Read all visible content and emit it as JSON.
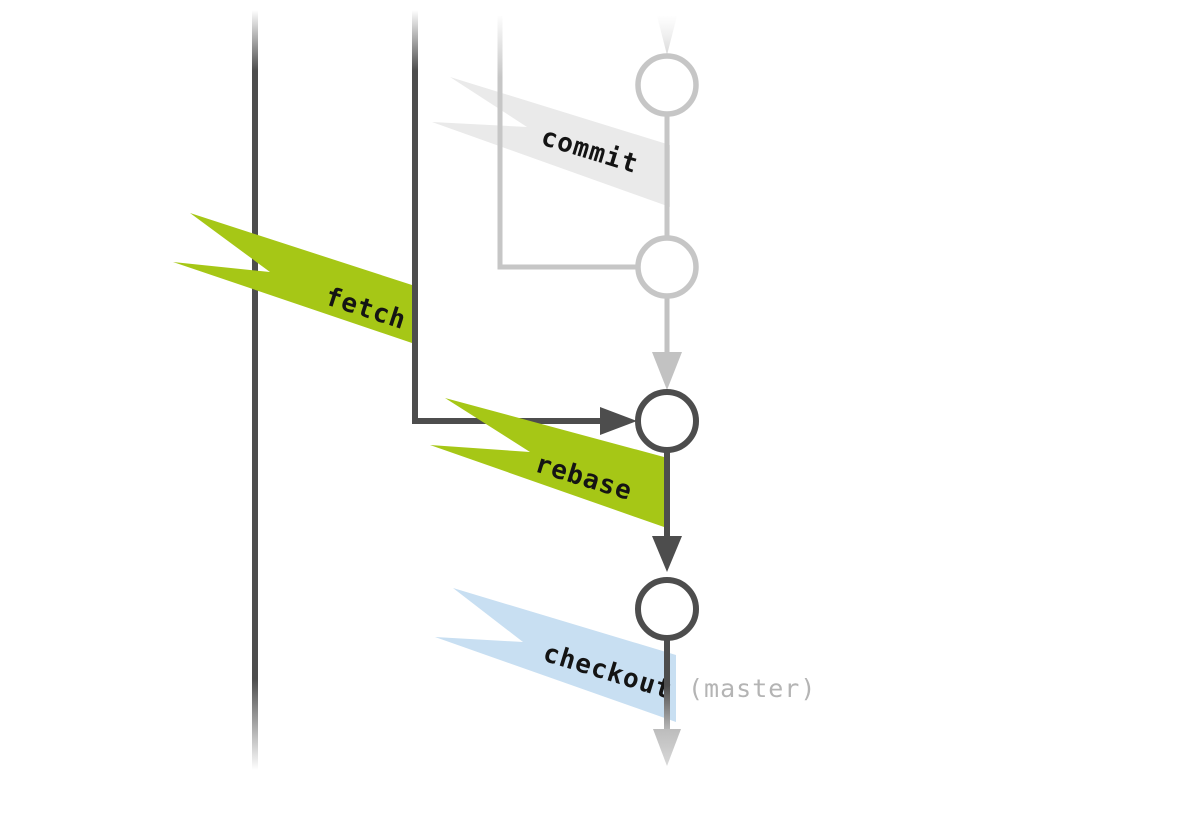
{
  "diagram": {
    "ribbons": [
      {
        "id": "commit",
        "label": "commit",
        "color": "#eaeaea"
      },
      {
        "id": "fetch",
        "label": "fetch",
        "color": "#a6c716"
      },
      {
        "id": "rebase",
        "label": "rebase",
        "color": "#a6c716"
      },
      {
        "id": "checkout",
        "label": "checkout",
        "color": "#c8dff2"
      }
    ],
    "branch_ref": "(master)",
    "colors": {
      "dark_line": "#4d4d4d",
      "gray_line": "#c6c6c6",
      "gray_arrow": "#c2c2c2",
      "ribbon_text": "#141414",
      "ref_text": "#b4b4b4",
      "background": "#ffffff"
    },
    "commit_node_count": 4
  }
}
